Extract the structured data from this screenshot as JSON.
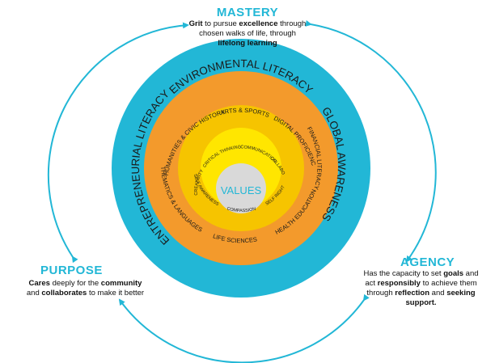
{
  "colors": {
    "accent": "#22b7d6",
    "outer_ring": "#22b7d6",
    "middle_ring": "#f39a2c",
    "inner_ring": "#f6c400",
    "core_ring": "#ffe600",
    "center": "#d9d9d9"
  },
  "outcomes": {
    "mastery": {
      "title": "MASTERY",
      "line1": [
        {
          "text": "Grit",
          "bold": true
        },
        {
          "text": " to pursue ",
          "bold": false
        },
        {
          "text": "excellence",
          "bold": true
        },
        {
          "text": " through",
          "bold": false
        }
      ],
      "line2": [
        {
          "text": "chosen walks of life, through",
          "bold": false
        }
      ],
      "line3": [
        {
          "text": "lifelong learning",
          "bold": true
        }
      ]
    },
    "purpose": {
      "title": "PURPOSE",
      "line1": [
        {
          "text": "Cares",
          "bold": true
        },
        {
          "text": " deeply for the ",
          "bold": false
        },
        {
          "text": "community",
          "bold": true
        }
      ],
      "line2": [
        {
          "text": "and ",
          "bold": false
        },
        {
          "text": "collaborates",
          "bold": true
        },
        {
          "text": " to make it better",
          "bold": false
        }
      ]
    },
    "agency": {
      "title": "AGENCY",
      "line1": [
        {
          "text": "Has the capacity to set ",
          "bold": false
        },
        {
          "text": "goals",
          "bold": true
        },
        {
          "text": " and",
          "bold": false
        }
      ],
      "line2": [
        {
          "text": "act ",
          "bold": false
        },
        {
          "text": "responsibly",
          "bold": true
        },
        {
          "text": " to achieve them",
          "bold": false
        }
      ],
      "line3": [
        {
          "text": "through ",
          "bold": false
        },
        {
          "text": "reflection",
          "bold": true
        },
        {
          "text": " and ",
          "bold": false
        },
        {
          "text": "seeking",
          "bold": true
        }
      ],
      "line4": [
        {
          "text": "support.",
          "bold": true
        }
      ]
    }
  },
  "diagram": {
    "center_label": "VALUES",
    "outer_literacies": [
      "ENVIRONMENTAL LITERACY",
      "GLOBAL AWARENESS",
      "ENTREPRENEURIAL LITERACY"
    ],
    "subjects_top": [
      "HUMANITIES & CIVIC HISTORY",
      "ARTS & SPORTS",
      "DIGITAL PROFICIENCY",
      "FINANCIAL LITERACY"
    ],
    "subjects_bottom": [
      "MATHEMATICS & LANGUAGES",
      "LIFE SCIENCES",
      "HEALTH EDUCATION"
    ],
    "skills_top": [
      "CREATIVITY",
      "CRITICAL THINKING",
      "COMMUNICATION",
      "COLLABORATION"
    ],
    "skills_bottom": [
      "SELF AWARENESS",
      "COMPASSION",
      "SELF RIGHT"
    ]
  }
}
